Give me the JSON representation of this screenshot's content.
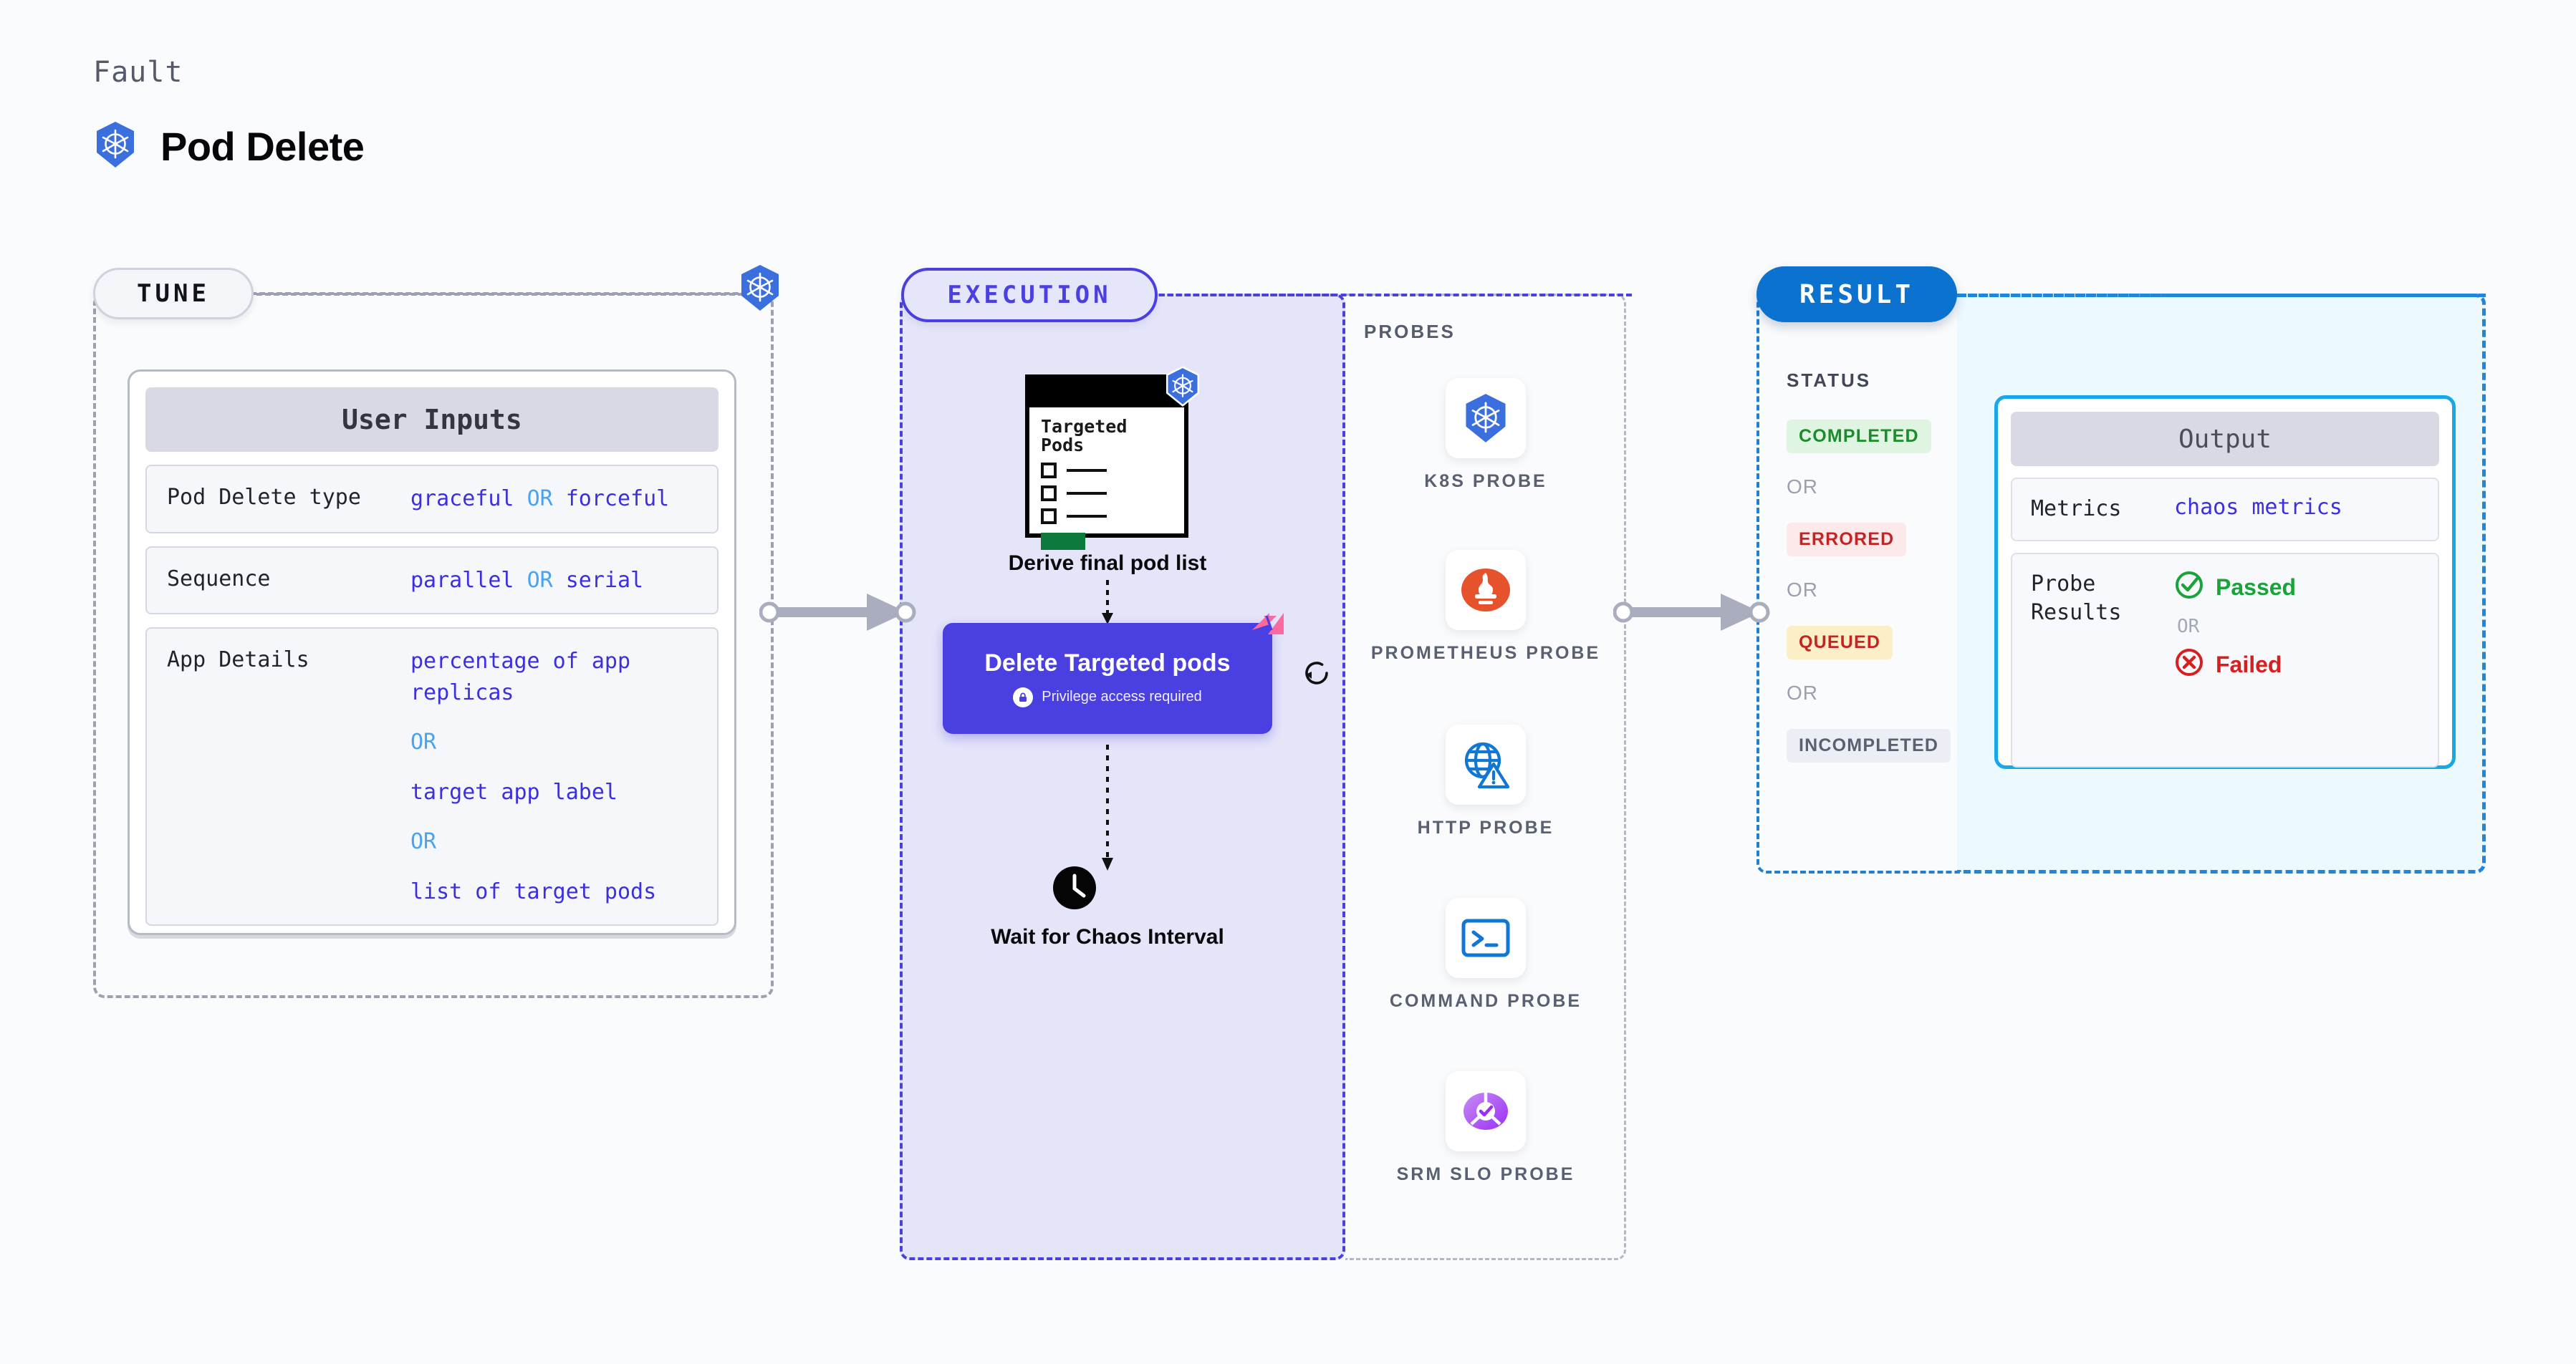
{
  "header": {
    "kicker": "Fault",
    "title": "Pod Delete",
    "icon": "kubernetes-icon"
  },
  "sections": {
    "tune": {
      "label": "TUNE"
    },
    "execution": {
      "label": "EXECUTION"
    },
    "result": {
      "label": "RESULT"
    }
  },
  "tune": {
    "card_title": "User Inputs",
    "rows": [
      {
        "key": "Pod Delete type",
        "value_a": "graceful",
        "or": "OR",
        "value_b": "forceful"
      },
      {
        "key": "Sequence",
        "value_a": "parallel",
        "or": "OR",
        "value_b": "serial"
      }
    ],
    "app_details": {
      "key": "App Details",
      "option1": "percentage of app replicas",
      "or1": "OR",
      "option2": "target app label",
      "or2": "OR",
      "option3": "list of target pods"
    }
  },
  "execution": {
    "pod_card": {
      "title": "Targeted Pods",
      "badge_icon": "kubernetes-icon"
    },
    "step1_label": "Derive final pod list",
    "step2": {
      "title": "Delete Targeted pods",
      "privilege_note": "Privilege access required",
      "lock_icon": "lock-icon",
      "corner_icon": "harness-logo-icon",
      "retry_icon": "retry-loop-icon"
    },
    "step3_label": "Wait for Chaos Interval",
    "step3_icon": "clock-icon"
  },
  "probes": {
    "title": "PROBES",
    "items": [
      {
        "name": "K8S PROBE",
        "icon": "kubernetes-icon"
      },
      {
        "name": "PROMETHEUS PROBE",
        "icon": "prometheus-icon"
      },
      {
        "name": "HTTP PROBE",
        "icon": "globe-warning-icon"
      },
      {
        "name": "COMMAND PROBE",
        "icon": "terminal-icon"
      },
      {
        "name": "SRM SLO PROBE",
        "icon": "srm-slo-icon"
      }
    ]
  },
  "result": {
    "status_title": "STATUS",
    "or_label": "OR",
    "statuses": [
      {
        "label": "COMPLETED",
        "bg": "#dff5e1",
        "fg": "#1a8c2c"
      },
      {
        "label": "ERRORED",
        "bg": "#fce9e9",
        "fg": "#c62323"
      },
      {
        "label": "QUEUED",
        "bg": "#fcefc8",
        "fg": "#c62323"
      },
      {
        "label": "INCOMPLETED",
        "bg": "#eceef5",
        "fg": "#5a6070"
      }
    ]
  },
  "output": {
    "card_title": "Output",
    "metrics_key": "Metrics",
    "metrics_value": "chaos metrics",
    "probe_results_key": "Probe Results",
    "passed_label": "Passed",
    "failed_label": "Failed",
    "or_label": "OR",
    "passed_icon": "check-circle-icon",
    "failed_icon": "x-circle-icon"
  },
  "colors": {
    "page_bg": "#fafbfc",
    "exec_purple": "#4a3fe0",
    "exec_fill": "#e5e5fa",
    "result_blue": "#0b72cf",
    "output_cyan": "#18a8e8",
    "output_fill": "#ecf9ff",
    "k8s_blue": "#3a6fdd",
    "harness_pink": "#fc68a0",
    "value_indigo": "#3b2fe0",
    "or_lightblue": "#4aa3f0"
  }
}
